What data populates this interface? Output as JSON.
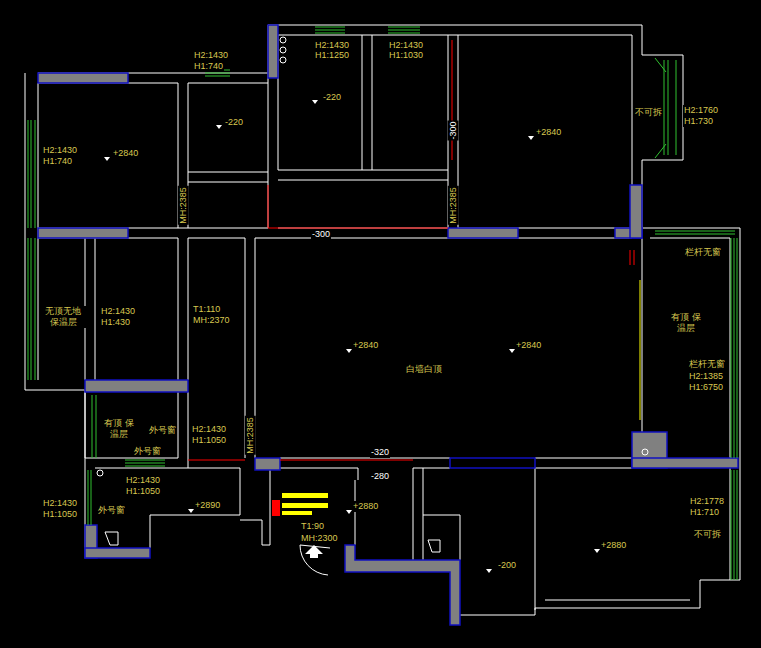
{
  "diagram": {
    "labels": [
      "H2:1430",
      "H1:740",
      "H2:1430",
      "H1:1250",
      "H2:1430",
      "H1:1030",
      "-220",
      "-300",
      "+2840",
      "不可拆",
      "H2:1760",
      "H1:730",
      "H2:1430",
      "H1:740",
      "+2840",
      "-220",
      "MH:2385",
      "MH:2385",
      "-300",
      "栏杆无窗",
      "有顶 保温层",
      "栏杆无窗",
      "H2:1385",
      "H1:6750",
      "+2840",
      "+2840",
      "白墙白顶",
      "无顶无地 保温层",
      "H2:1430",
      "H1:430",
      "T1:110",
      "MH:2370",
      "有顶 保温层",
      "外号窗",
      "H2:1430",
      "H1:1050",
      "MH:2385",
      "-320",
      "外号窗",
      "-280",
      "H2:1430",
      "H1:1050",
      "+2890",
      "+2880",
      "H2:1430",
      "H1:1050",
      "外号窗",
      "T1:90",
      "MH:2300",
      "H2:1778",
      "H1:710",
      "不可拆",
      "+2880",
      "-200"
    ]
  }
}
